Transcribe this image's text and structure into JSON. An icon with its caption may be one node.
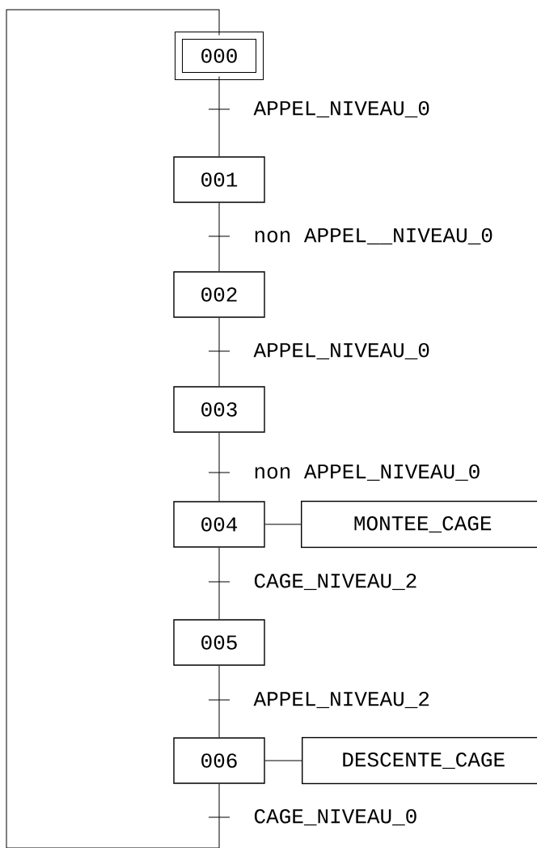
{
  "diagram": {
    "nodes": [
      {
        "text": [
          "000"
        ]
      },
      {
        "text": [
          "001"
        ]
      },
      {
        "text": [
          "002"
        ]
      },
      {
        "text": [
          "003"
        ]
      },
      {
        "text": [
          "004"
        ]
      },
      {
        "text": [
          "MONTEE_CAGE"
        ]
      },
      {
        "text": [
          "005"
        ]
      },
      {
        "text": [
          "006"
        ]
      },
      {
        "text": [
          "DESCENTE_CAGE"
        ]
      }
    ],
    "edges": [
      {
        "from": 0,
        "to": 1,
        "arrow": "none",
        "label": "APPEL_NIVEAU_0"
      },
      {
        "from": 1,
        "to": 2,
        "arrow": "none",
        "label": "non APPEL__NIVEAU_0"
      },
      {
        "from": 2,
        "to": 3,
        "arrow": "none",
        "label": "APPEL_NIVEAU_0"
      },
      {
        "from": 3,
        "to": 4,
        "arrow": "none",
        "label": "non APPEL_NIVEAU_0"
      },
      {
        "from": 4,
        "to": 5,
        "arrow": "none"
      },
      {
        "from": 4,
        "to": 6,
        "arrow": "none",
        "label": "CAGE_NIVEAU_2"
      },
      {
        "from": 6,
        "to": 7,
        "arrow": "none",
        "label": "APPEL_NIVEAU_2"
      },
      {
        "from": 7,
        "to": 8,
        "arrow": "none"
      },
      {
        "from": 7,
        "to": 0,
        "arrow": "none",
        "label": "CAGE_NIVEAU_0"
      }
    ]
  }
}
